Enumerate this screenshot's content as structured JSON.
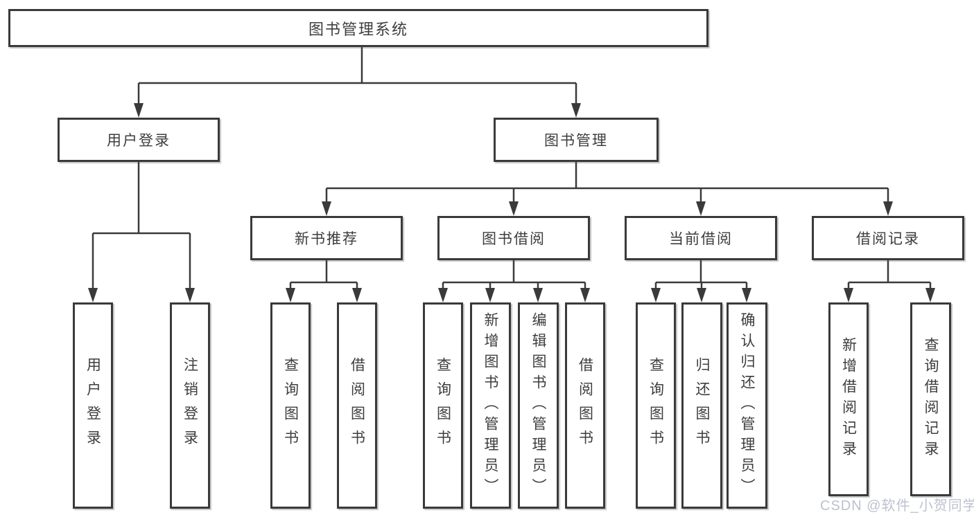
{
  "diagram": {
    "root": {
      "label": "图书管理系统"
    },
    "level2": [
      {
        "label": "用户登录"
      },
      {
        "label": "图书管理"
      }
    ],
    "level3": [
      {
        "label": "新书推荐"
      },
      {
        "label": "图书借阅"
      },
      {
        "label": "当前借阅"
      },
      {
        "label": "借阅记录"
      }
    ],
    "leaves": [
      {
        "label": "用户登录"
      },
      {
        "label": "注销登录"
      },
      {
        "label": "查询图书"
      },
      {
        "label": "借阅图书"
      },
      {
        "label": "查询图书"
      },
      {
        "label": "新增图书（管理员）"
      },
      {
        "label": "编辑图书（管理员）"
      },
      {
        "label": "借阅图书"
      },
      {
        "label": "查询图书"
      },
      {
        "label": "归还图书"
      },
      {
        "label": "确认归还（管理员）"
      },
      {
        "label": "新增借阅记录"
      },
      {
        "label": "查询借阅记录"
      }
    ]
  },
  "watermark": {
    "text": "CSDN @软件_小贺同学"
  },
  "colors": {
    "line": "#3a3a3a",
    "text": "#3d3d3d",
    "box_background": "#ffffff",
    "watermark": "#bcc2cd"
  }
}
